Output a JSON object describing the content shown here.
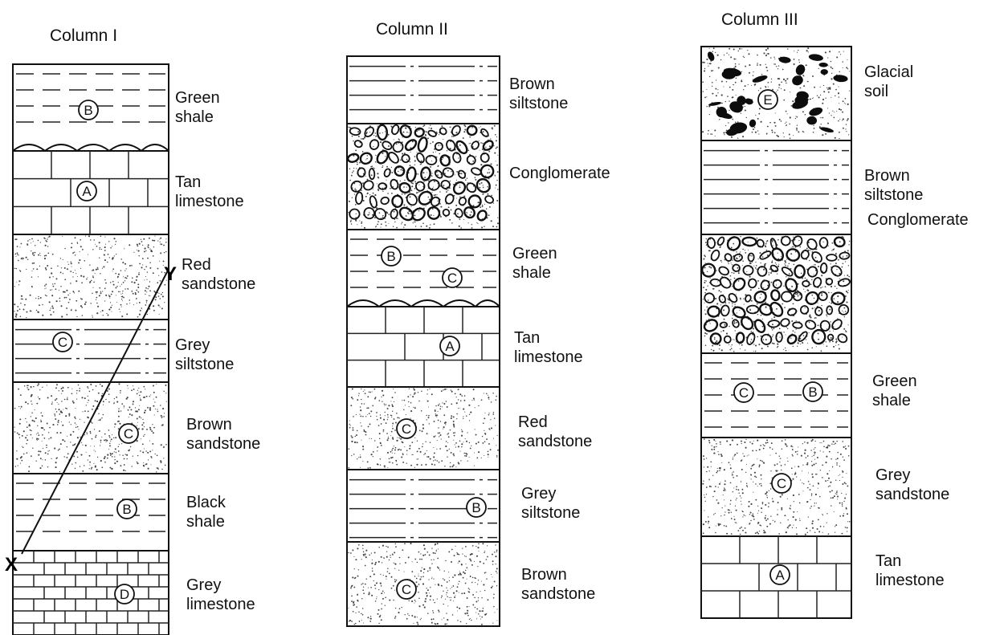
{
  "columns": [
    {
      "title": "Column I",
      "layers": [
        {
          "rock": "Green shale",
          "labels": [
            "Green",
            "shale"
          ],
          "symbols": [
            "B"
          ],
          "pattern": "shale"
        },
        {
          "rock": "Tan limestone",
          "labels": [
            "Tan",
            "limestone"
          ],
          "symbols": [
            "A"
          ],
          "pattern": "limestone"
        },
        {
          "rock": "Red sandstone",
          "labels": [
            "Red",
            "sandstone"
          ],
          "symbols": [],
          "pattern": "sandstone"
        },
        {
          "rock": "Grey siltstone",
          "labels": [
            "Grey",
            "siltstone"
          ],
          "symbols": [
            "C"
          ],
          "pattern": "siltstone"
        },
        {
          "rock": "Brown sandstone",
          "labels": [
            "Brown",
            "sandstone"
          ],
          "symbols": [
            "C"
          ],
          "pattern": "sandstone"
        },
        {
          "rock": "Black shale",
          "labels": [
            "Black",
            "shale"
          ],
          "symbols": [
            "B"
          ],
          "pattern": "shale"
        },
        {
          "rock": "Grey limestone",
          "labels": [
            "Grey",
            "limestone"
          ],
          "symbols": [
            "D"
          ],
          "pattern": "smallbrick"
        }
      ],
      "unconformity_below_layer": 1,
      "fault_endpoints": [
        "X",
        "Y"
      ]
    },
    {
      "title": "Column II",
      "layers": [
        {
          "rock": "Brown siltstone",
          "labels": [
            "Brown",
            "siltstone"
          ],
          "symbols": [],
          "pattern": "siltstone"
        },
        {
          "rock": "Conglomerate",
          "labels": [
            "Conglomerate"
          ],
          "symbols": [],
          "pattern": "conglomerate"
        },
        {
          "rock": "Green shale",
          "labels": [
            "Green",
            "shale"
          ],
          "symbols": [
            "B",
            "C"
          ],
          "pattern": "shale"
        },
        {
          "rock": "Tan limestone",
          "labels": [
            "Tan",
            "limestone"
          ],
          "symbols": [
            "A"
          ],
          "pattern": "limestone"
        },
        {
          "rock": "Red sandstone",
          "labels": [
            "Red",
            "sandstone"
          ],
          "symbols": [
            "C"
          ],
          "pattern": "sandstone"
        },
        {
          "rock": "Grey siltstone",
          "labels": [
            "Grey",
            "siltstone"
          ],
          "symbols": [
            "B"
          ],
          "pattern": "siltstone"
        },
        {
          "rock": "Brown sandstone",
          "labels": [
            "Brown",
            "sandstone"
          ],
          "symbols": [
            "C"
          ],
          "pattern": "sandstone"
        }
      ],
      "unconformity_below_layer": 3
    },
    {
      "title": "Column III",
      "layers": [
        {
          "rock": "Glacial soil",
          "labels": [
            "Glacial",
            "soil"
          ],
          "symbols": [
            "E"
          ],
          "pattern": "glacial"
        },
        {
          "rock": "Brown siltstone",
          "labels": [
            "Brown",
            "siltstone"
          ],
          "symbols": [],
          "pattern": "siltstone"
        },
        {
          "rock": "Conglomerate",
          "labels": [
            "Conglomerate"
          ],
          "symbols": [],
          "pattern": "conglomerate"
        },
        {
          "rock": "Green shale",
          "labels": [
            "Green",
            "shale"
          ],
          "symbols": [
            "C",
            "B"
          ],
          "pattern": "shale"
        },
        {
          "rock": "Grey sandstone",
          "labels": [
            "Grey",
            "sandstone"
          ],
          "symbols": [
            "C"
          ],
          "pattern": "sandstone"
        },
        {
          "rock": "Tan limestone",
          "labels": [
            "Tan",
            "limestone"
          ],
          "symbols": [
            "A"
          ],
          "pattern": "limestone"
        }
      ]
    }
  ]
}
